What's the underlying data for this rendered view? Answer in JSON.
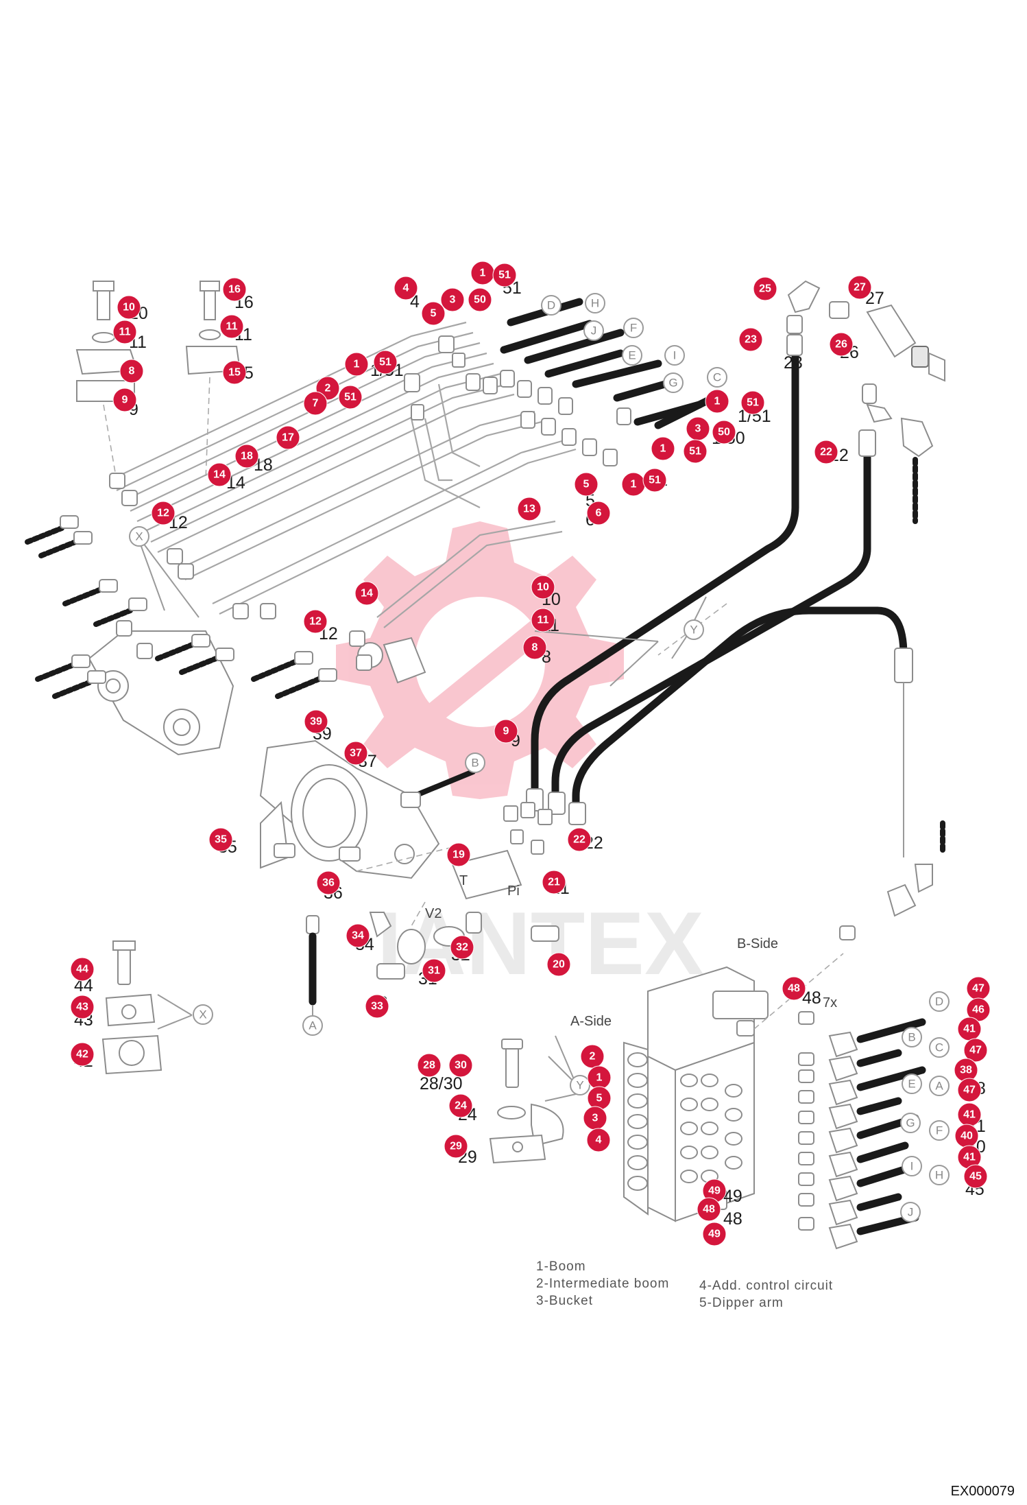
{
  "drawing_code": "EX000079",
  "watermark": "IANTEX",
  "side_labels": {
    "a_side": "A-Side",
    "b_side": "B-Side"
  },
  "multiplier": "7x",
  "legend": [
    "1-Boom",
    "2-Intermediate boom",
    "3-Bucket",
    "4-Add. control circuit",
    "5-Dipper arm"
  ],
  "callouts": [
    {
      "id": "c1",
      "n": "10"
    },
    {
      "id": "c2",
      "n": "11"
    },
    {
      "id": "c3",
      "n": "8"
    },
    {
      "id": "c4",
      "n": "9"
    },
    {
      "id": "c5",
      "n": "16"
    },
    {
      "id": "c6",
      "n": "11"
    },
    {
      "id": "c7",
      "n": "15"
    },
    {
      "id": "c8",
      "n": "4"
    },
    {
      "id": "c9",
      "n": "5"
    },
    {
      "id": "c10",
      "n": "3"
    },
    {
      "id": "c11",
      "n": "50"
    },
    {
      "id": "c12",
      "n": "1"
    },
    {
      "id": "c13",
      "n": "51"
    },
    {
      "id": "c14",
      "n": "1"
    },
    {
      "id": "c15",
      "n": "51"
    },
    {
      "id": "c16",
      "n": "2"
    },
    {
      "id": "c17",
      "n": "51"
    },
    {
      "id": "c18",
      "n": "7"
    },
    {
      "id": "c19",
      "n": "1"
    },
    {
      "id": "c20",
      "n": "51"
    },
    {
      "id": "c21",
      "n": "3"
    },
    {
      "id": "c22",
      "n": "50"
    },
    {
      "id": "c23",
      "n": "1"
    },
    {
      "id": "c24",
      "n": "51"
    },
    {
      "id": "c25",
      "n": "1"
    },
    {
      "id": "c26",
      "n": "51"
    },
    {
      "id": "c27",
      "n": "17"
    },
    {
      "id": "c28",
      "n": "18"
    },
    {
      "id": "c29",
      "n": "14"
    },
    {
      "id": "c30",
      "n": "12"
    },
    {
      "id": "c31",
      "n": "5"
    },
    {
      "id": "c32",
      "n": "13"
    },
    {
      "id": "c33",
      "n": "6"
    },
    {
      "id": "c34",
      "n": "25"
    },
    {
      "id": "c35",
      "n": "27"
    },
    {
      "id": "c36",
      "n": "23"
    },
    {
      "id": "c37",
      "n": "26"
    },
    {
      "id": "c38",
      "n": "22"
    },
    {
      "id": "c39",
      "n": "14"
    },
    {
      "id": "c40",
      "n": "12"
    },
    {
      "id": "c41",
      "n": "10"
    },
    {
      "id": "c42",
      "n": "11"
    },
    {
      "id": "c43",
      "n": "8"
    },
    {
      "id": "c44",
      "n": "9"
    },
    {
      "id": "c45",
      "n": "39"
    },
    {
      "id": "c46",
      "n": "37"
    },
    {
      "id": "c47",
      "n": "35"
    },
    {
      "id": "c48",
      "n": "36"
    },
    {
      "id": "c49",
      "n": "19"
    },
    {
      "id": "c50",
      "n": "21"
    },
    {
      "id": "c51",
      "n": "22"
    },
    {
      "id": "c52",
      "n": "34"
    },
    {
      "id": "c53",
      "n": "32"
    },
    {
      "id": "c54",
      "n": "31"
    },
    {
      "id": "c55",
      "n": "33"
    },
    {
      "id": "c56",
      "n": "20"
    },
    {
      "id": "c57",
      "n": "44"
    },
    {
      "id": "c58",
      "n": "43"
    },
    {
      "id": "c59",
      "n": "42"
    },
    {
      "id": "c60",
      "n": "28"
    },
    {
      "id": "c61",
      "n": "30"
    },
    {
      "id": "c62",
      "n": "24"
    },
    {
      "id": "c63",
      "n": "29"
    },
    {
      "id": "c64",
      "n": "2"
    },
    {
      "id": "c65",
      "n": "1"
    },
    {
      "id": "c66",
      "n": "5"
    },
    {
      "id": "c67",
      "n": "3"
    },
    {
      "id": "c68",
      "n": "4"
    },
    {
      "id": "c69",
      "n": "48"
    },
    {
      "id": "c70",
      "n": "49"
    },
    {
      "id": "c71",
      "n": "48"
    },
    {
      "id": "c72",
      "n": "49"
    },
    {
      "id": "c73",
      "n": "47"
    },
    {
      "id": "c74",
      "n": "46"
    },
    {
      "id": "c75",
      "n": "41"
    },
    {
      "id": "c76",
      "n": "47"
    },
    {
      "id": "c77",
      "n": "38"
    },
    {
      "id": "c78",
      "n": "47"
    },
    {
      "id": "c79",
      "n": "41"
    },
    {
      "id": "c80",
      "n": "40"
    },
    {
      "id": "c81",
      "n": "41"
    },
    {
      "id": "c82",
      "n": "45"
    }
  ],
  "part_numbers": [
    {
      "id": "t1",
      "n": "10"
    },
    {
      "id": "t2",
      "n": "11"
    },
    {
      "id": "t3",
      "n": "9"
    },
    {
      "id": "t4",
      "n": "16"
    },
    {
      "id": "t5",
      "n": "11"
    },
    {
      "id": "t6",
      "n": "15"
    },
    {
      "id": "t7",
      "n": "4"
    },
    {
      "id": "t8",
      "n": "51"
    },
    {
      "id": "t9",
      "n": "27"
    },
    {
      "id": "t10",
      "n": "23"
    },
    {
      "id": "t11",
      "n": "26"
    },
    {
      "id": "t12",
      "n": "22"
    },
    {
      "id": "t13",
      "n": "1/51"
    },
    {
      "id": "t14",
      "n": "1/50"
    },
    {
      "id": "t15",
      "n": "1/51"
    },
    {
      "id": "t16",
      "n": "1"
    },
    {
      "id": "t17",
      "n": "14"
    },
    {
      "id": "t18",
      "n": "18"
    },
    {
      "id": "t19",
      "n": "12"
    },
    {
      "id": "t20",
      "n": "12"
    },
    {
      "id": "t21",
      "n": "5"
    },
    {
      "id": "t22",
      "n": "6"
    },
    {
      "id": "t23",
      "n": "10"
    },
    {
      "id": "t24",
      "n": "11"
    },
    {
      "id": "t25",
      "n": "8"
    },
    {
      "id": "t26",
      "n": "9"
    },
    {
      "id": "t27",
      "n": "39"
    },
    {
      "id": "t28",
      "n": "37"
    },
    {
      "id": "t29",
      "n": "35"
    },
    {
      "id": "t30",
      "n": "36"
    },
    {
      "id": "t31",
      "n": "21"
    },
    {
      "id": "t32",
      "n": "22"
    },
    {
      "id": "t33",
      "n": "34"
    },
    {
      "id": "t34",
      "n": "32"
    },
    {
      "id": "t35",
      "n": "31"
    },
    {
      "id": "t36",
      "n": "33"
    },
    {
      "id": "t37",
      "n": "44"
    },
    {
      "id": "t38",
      "n": "43"
    },
    {
      "id": "t39",
      "n": "42"
    },
    {
      "id": "t40",
      "n": "28/30"
    },
    {
      "id": "t41",
      "n": "24"
    },
    {
      "id": "t42",
      "n": "29"
    },
    {
      "id": "t43",
      "n": "48"
    },
    {
      "id": "t44",
      "n": "38"
    },
    {
      "id": "t45",
      "n": "41"
    },
    {
      "id": "t46",
      "n": "40"
    },
    {
      "id": "t47",
      "n": "45"
    },
    {
      "id": "t48",
      "n": "49"
    },
    {
      "id": "t49",
      "n": "48"
    }
  ],
  "connection_letters": [
    {
      "id": "L1",
      "t": "D"
    },
    {
      "id": "L2",
      "t": "H"
    },
    {
      "id": "L3",
      "t": "J"
    },
    {
      "id": "L4",
      "t": "F"
    },
    {
      "id": "L5",
      "t": "E"
    },
    {
      "id": "L6",
      "t": "I"
    },
    {
      "id": "L7",
      "t": "G"
    },
    {
      "id": "L8",
      "t": "C"
    },
    {
      "id": "L9",
      "t": "X"
    },
    {
      "id": "L10",
      "t": "Y"
    },
    {
      "id": "L11",
      "t": "B"
    },
    {
      "id": "L12",
      "t": "A"
    },
    {
      "id": "L13",
      "t": "X"
    },
    {
      "id": "L14",
      "t": "Y"
    },
    {
      "id": "L15",
      "t": "D"
    },
    {
      "id": "L16",
      "t": "B"
    },
    {
      "id": "L17",
      "t": "C"
    },
    {
      "id": "L18",
      "t": "E"
    },
    {
      "id": "L19",
      "t": "A"
    },
    {
      "id": "L20",
      "t": "G"
    },
    {
      "id": "L21",
      "t": "F"
    },
    {
      "id": "L22",
      "t": "I"
    },
    {
      "id": "L23",
      "t": "H"
    },
    {
      "id": "L24",
      "t": "J"
    }
  ],
  "port_labels": [
    {
      "id": "p1",
      "t": "T"
    },
    {
      "id": "p2",
      "t": "Pi"
    },
    {
      "id": "p3",
      "t": "V2"
    }
  ],
  "colors": {
    "badge": "#d4163c",
    "line": "#9a9a9a",
    "hose": "#1a1a1a",
    "watermark": "#f3b4b4"
  }
}
